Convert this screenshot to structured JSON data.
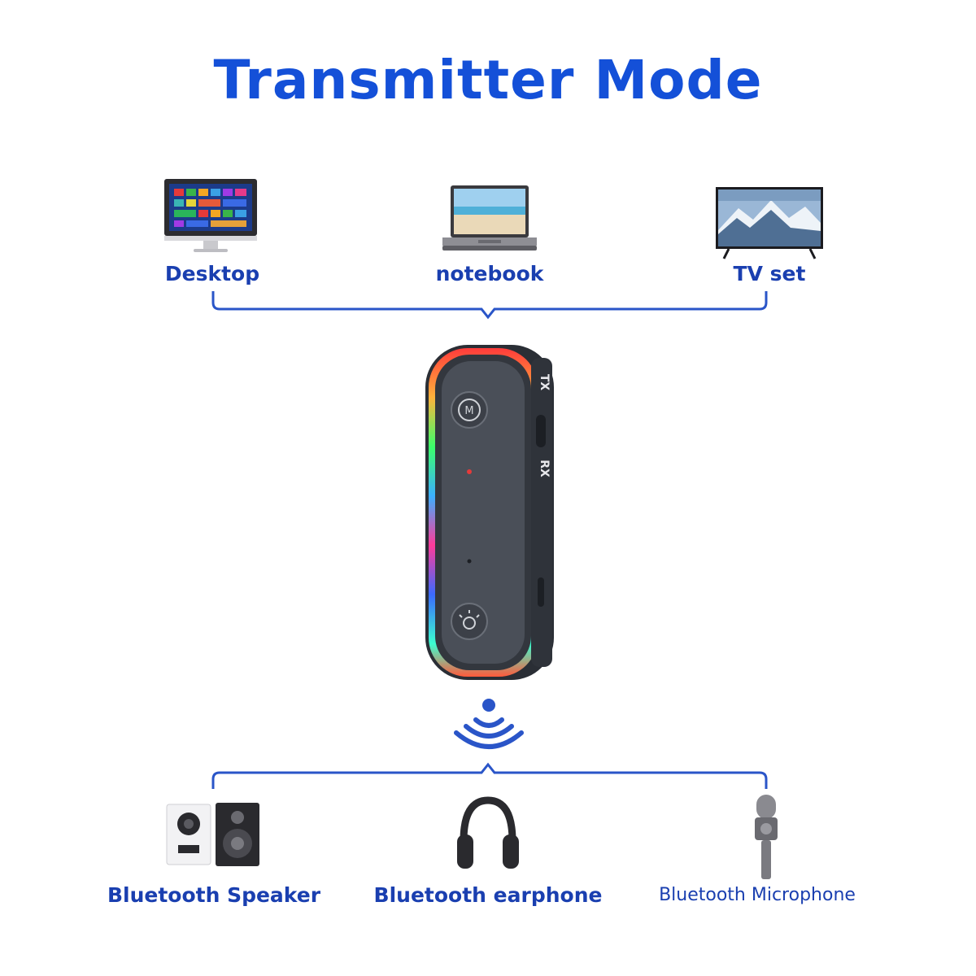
{
  "title": "Transmitter Mode",
  "sources": [
    {
      "label": "Desktop",
      "icon": "desktop-icon"
    },
    {
      "label": "notebook",
      "icon": "laptop-icon"
    },
    {
      "label": "TV set",
      "icon": "tv-icon"
    }
  ],
  "device": {
    "switch_top": "TX",
    "switch_bottom": "RX",
    "top_button_letter": "M"
  },
  "targets": [
    {
      "label": "Bluetooth Speaker",
      "icon": "speaker-icon"
    },
    {
      "label": "Bluetooth earphone",
      "icon": "headphones-icon"
    },
    {
      "label": "Bluetooth Microphone",
      "icon": "microphone-icon"
    }
  ],
  "colors": {
    "title": "#1450d8",
    "label": "#1a3fb0",
    "bracket": "#2a55c8",
    "device_body": "#3a3f47"
  }
}
